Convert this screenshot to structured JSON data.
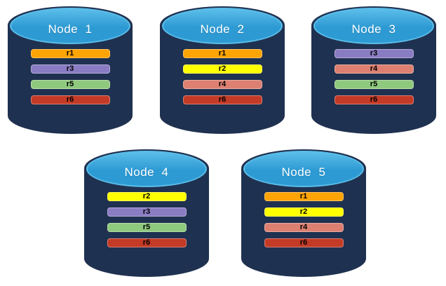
{
  "diagram": {
    "kind": "database-cylinder-cluster",
    "node_count": 5,
    "replica_bar_count_per_node": 4
  },
  "colors": {
    "r1": "#FFA405",
    "r2": "#FFFF00",
    "r3": "#8A7CC3",
    "r4": "#DD8071",
    "r5": "#8FC97E",
    "r6": "#C33A26"
  },
  "palette": {
    "background": "#FFFFFF",
    "cylinder_body": "#1F3150",
    "cylinder_top": "#2D9AD3",
    "cylinder_top_rim": "#5BBDE9",
    "title_text": "#FFFFFF",
    "bar_text": "#000000"
  },
  "nodes": [
    {
      "label": "Node  1",
      "replicas": [
        "r1",
        "r3",
        "r5",
        "r6"
      ]
    },
    {
      "label": "Node  2",
      "replicas": [
        "r1",
        "r2",
        "r4",
        "r6"
      ]
    },
    {
      "label": "Node  3",
      "replicas": [
        "r3",
        "r4",
        "r5",
        "r6"
      ]
    },
    {
      "label": "Node  4",
      "replicas": [
        "r2",
        "r3",
        "r5",
        "r6"
      ]
    },
    {
      "label": "Node  5",
      "replicas": [
        "r1",
        "r2",
        "r4",
        "r6"
      ]
    }
  ]
}
